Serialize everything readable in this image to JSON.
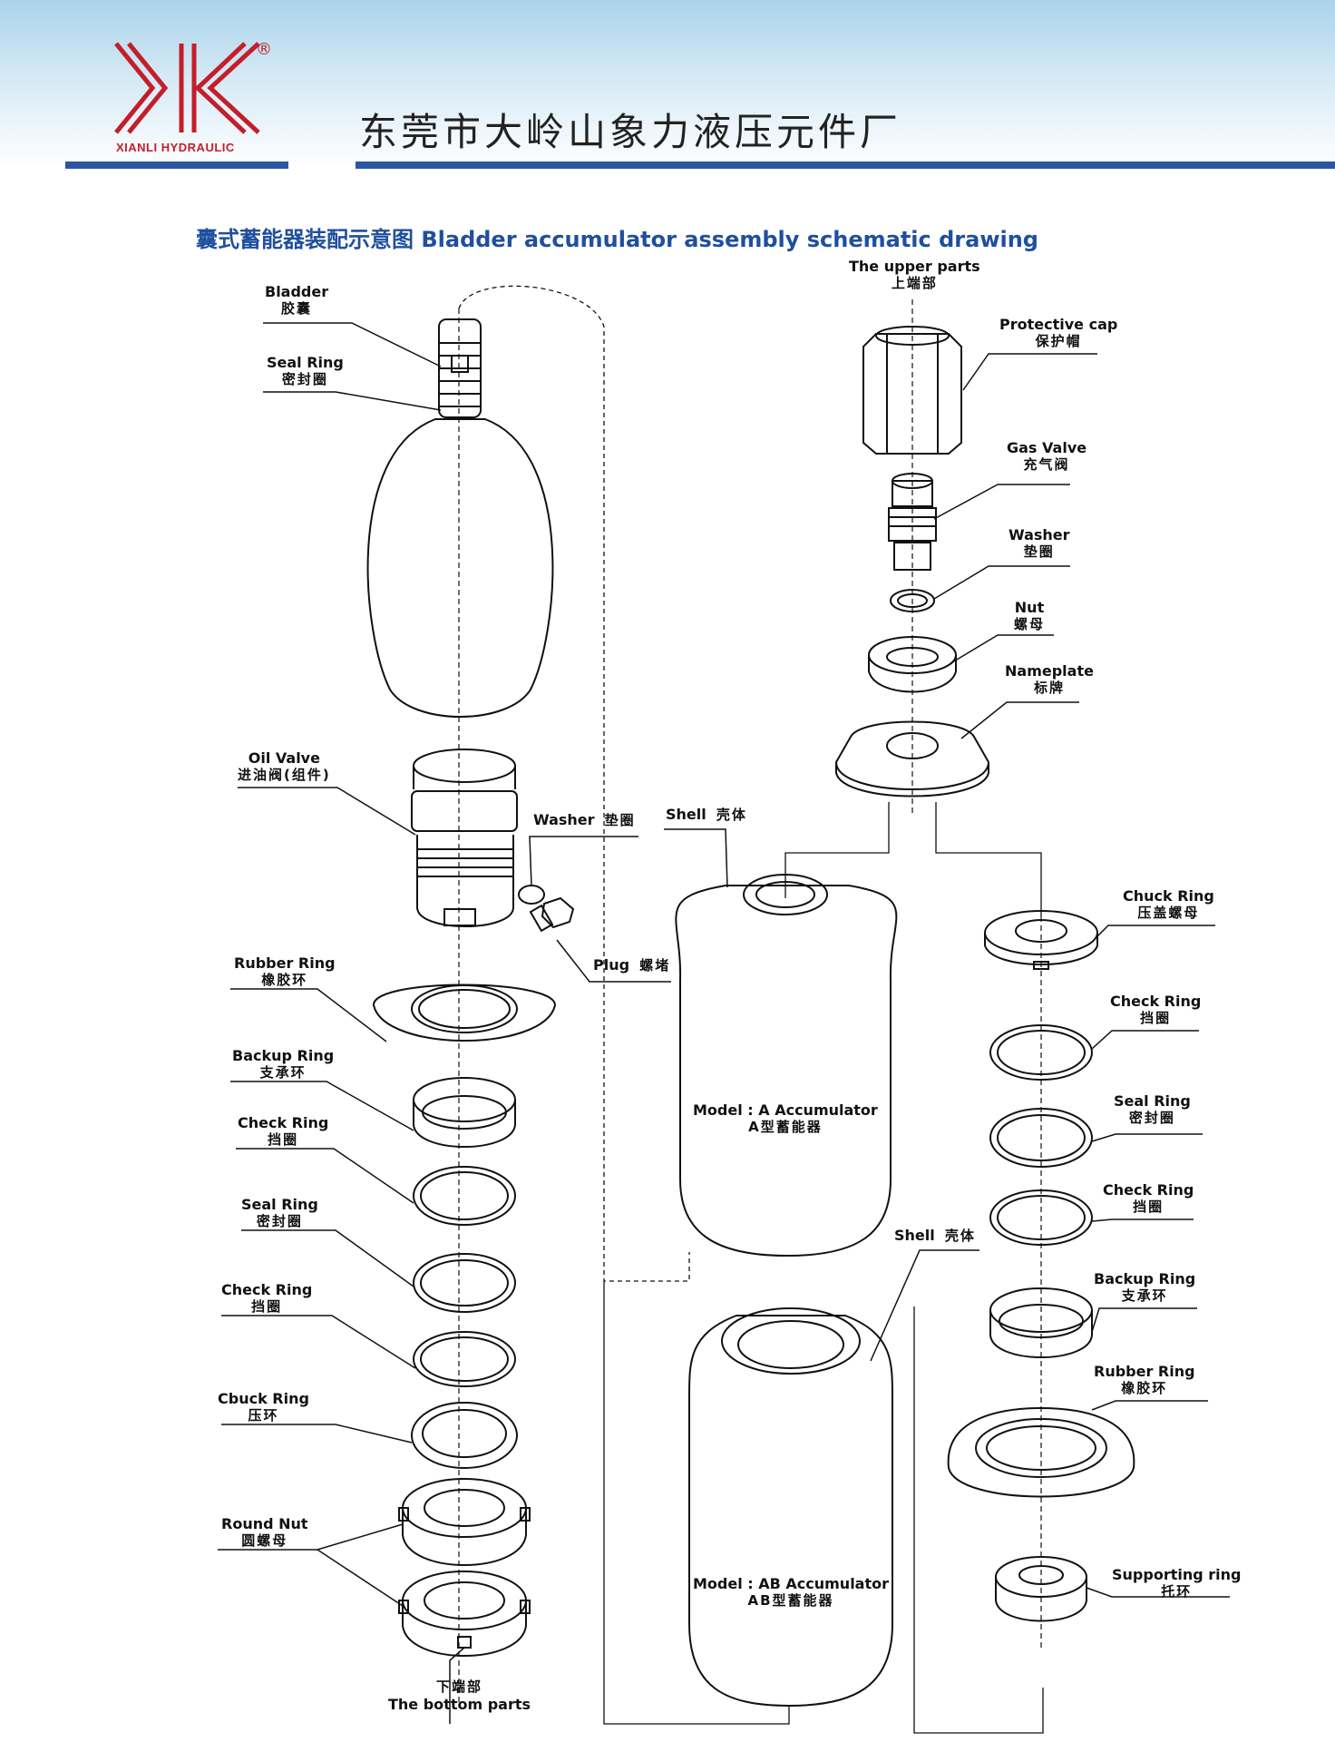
{
  "header": {
    "logo_text": "XIANLI HYDRAULIC",
    "registered_mark": "®",
    "company_name": "东莞市大岭山象力液压元件厂",
    "brand_color": "#c41e2a",
    "rule_color": "#2d55a6"
  },
  "title": "囊式蓄能器装配示意图 Bladder accumulator assembly schematic drawing",
  "labels": {
    "bladder": {
      "en": "Bladder",
      "zh": "胶囊"
    },
    "seal_ring_top": {
      "en": "Seal Ring",
      "zh": "密封圈"
    },
    "oil_valve": {
      "en": "Oil Valve",
      "zh": "进油阀(组件)"
    },
    "washer_left": {
      "en": "Washer",
      "zh": "垫圈"
    },
    "plug": {
      "en": "Plug",
      "zh": "螺堵"
    },
    "rubber_ring_left": {
      "en": "Rubber Ring",
      "zh": "橡胶环"
    },
    "backup_ring_left": {
      "en": "Backup Ring",
      "zh": "支承环"
    },
    "check_ring_left_1": {
      "en": "Check Ring",
      "zh": "挡圈"
    },
    "seal_ring_left": {
      "en": "Seal Ring",
      "zh": "密封圈"
    },
    "check_ring_left_2": {
      "en": "Check Ring",
      "zh": "挡圈"
    },
    "cbuck_ring": {
      "en": "Cbuck Ring",
      "zh": "压环"
    },
    "round_nut": {
      "en": "Round Nut",
      "zh": "圆螺母"
    },
    "bottom_parts": {
      "en": "The bottom parts",
      "zh": "下端部"
    },
    "upper_parts": {
      "en": "The upper parts",
      "zh": "上端部"
    },
    "protective_cap": {
      "en": "Protective cap",
      "zh": "保护帽"
    },
    "gas_valve": {
      "en": "Gas Valve",
      "zh": "充气阀"
    },
    "washer_right": {
      "en": "Washer",
      "zh": "垫圈"
    },
    "nut": {
      "en": "Nut",
      "zh": "螺母"
    },
    "nameplate": {
      "en": "Nameplate",
      "zh": "标牌"
    },
    "shell_a": {
      "en": "Shell",
      "zh": "壳体"
    },
    "shell_ab": {
      "en": "Shell",
      "zh": "壳体"
    },
    "model_a": {
      "en": "Model : A Accumulator",
      "zh": "A型蓄能器"
    },
    "model_ab": {
      "en": "Model : AB Accumulator",
      "zh": "AB型蓄能器"
    },
    "chuck_ring": {
      "en": "Chuck Ring",
      "zh": "压盖螺母"
    },
    "check_ring_right_1": {
      "en": "Check Ring",
      "zh": "挡圈"
    },
    "seal_ring_right": {
      "en": "Seal Ring",
      "zh": "密封圈"
    },
    "check_ring_right_2": {
      "en": "Check Ring",
      "zh": "挡圈"
    },
    "backup_ring_right": {
      "en": "Backup Ring",
      "zh": "支承环"
    },
    "rubber_ring_right": {
      "en": "Rubber Ring",
      "zh": "橡胶环"
    },
    "supporting_ring": {
      "en": "Supporting ring",
      "zh": "托环"
    }
  }
}
